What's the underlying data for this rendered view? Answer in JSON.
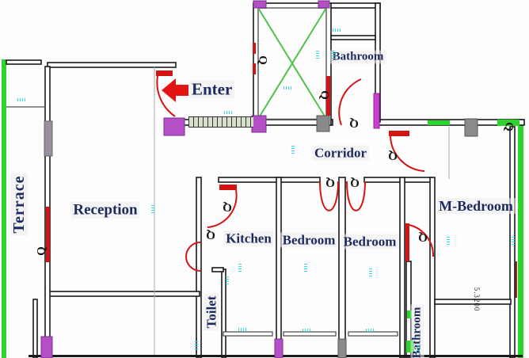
{
  "labels": {
    "enter": "Enter",
    "terrace": "Terrace",
    "reception": "Reception",
    "corridor": "Corridor",
    "bathroom_top": "Bathroom",
    "kitchen": "Kitchen",
    "bedroom_left": "Bedroom",
    "bedroom_right": "Bedroom",
    "master_bedroom": "M-Bedroom",
    "toilet": "Toilet",
    "bathroom_bottom": "Bathroom"
  },
  "dimensions": {
    "master_bedroom_depth": "5.3200"
  },
  "door_tag": "Q",
  "colors": {
    "wall": "#1a1a1a",
    "door": "#d41414",
    "accent_green": "#2ed32e",
    "shaft_green": "#4ec34e",
    "column_purple": "#b44fc8",
    "column_gray": "#8a8a8a",
    "jamb_magenta": "#cc3fd4",
    "dimension_cyan": "#2bd5e8",
    "label_navy": "#1c2a5e",
    "arrow_red": "#e31414"
  }
}
